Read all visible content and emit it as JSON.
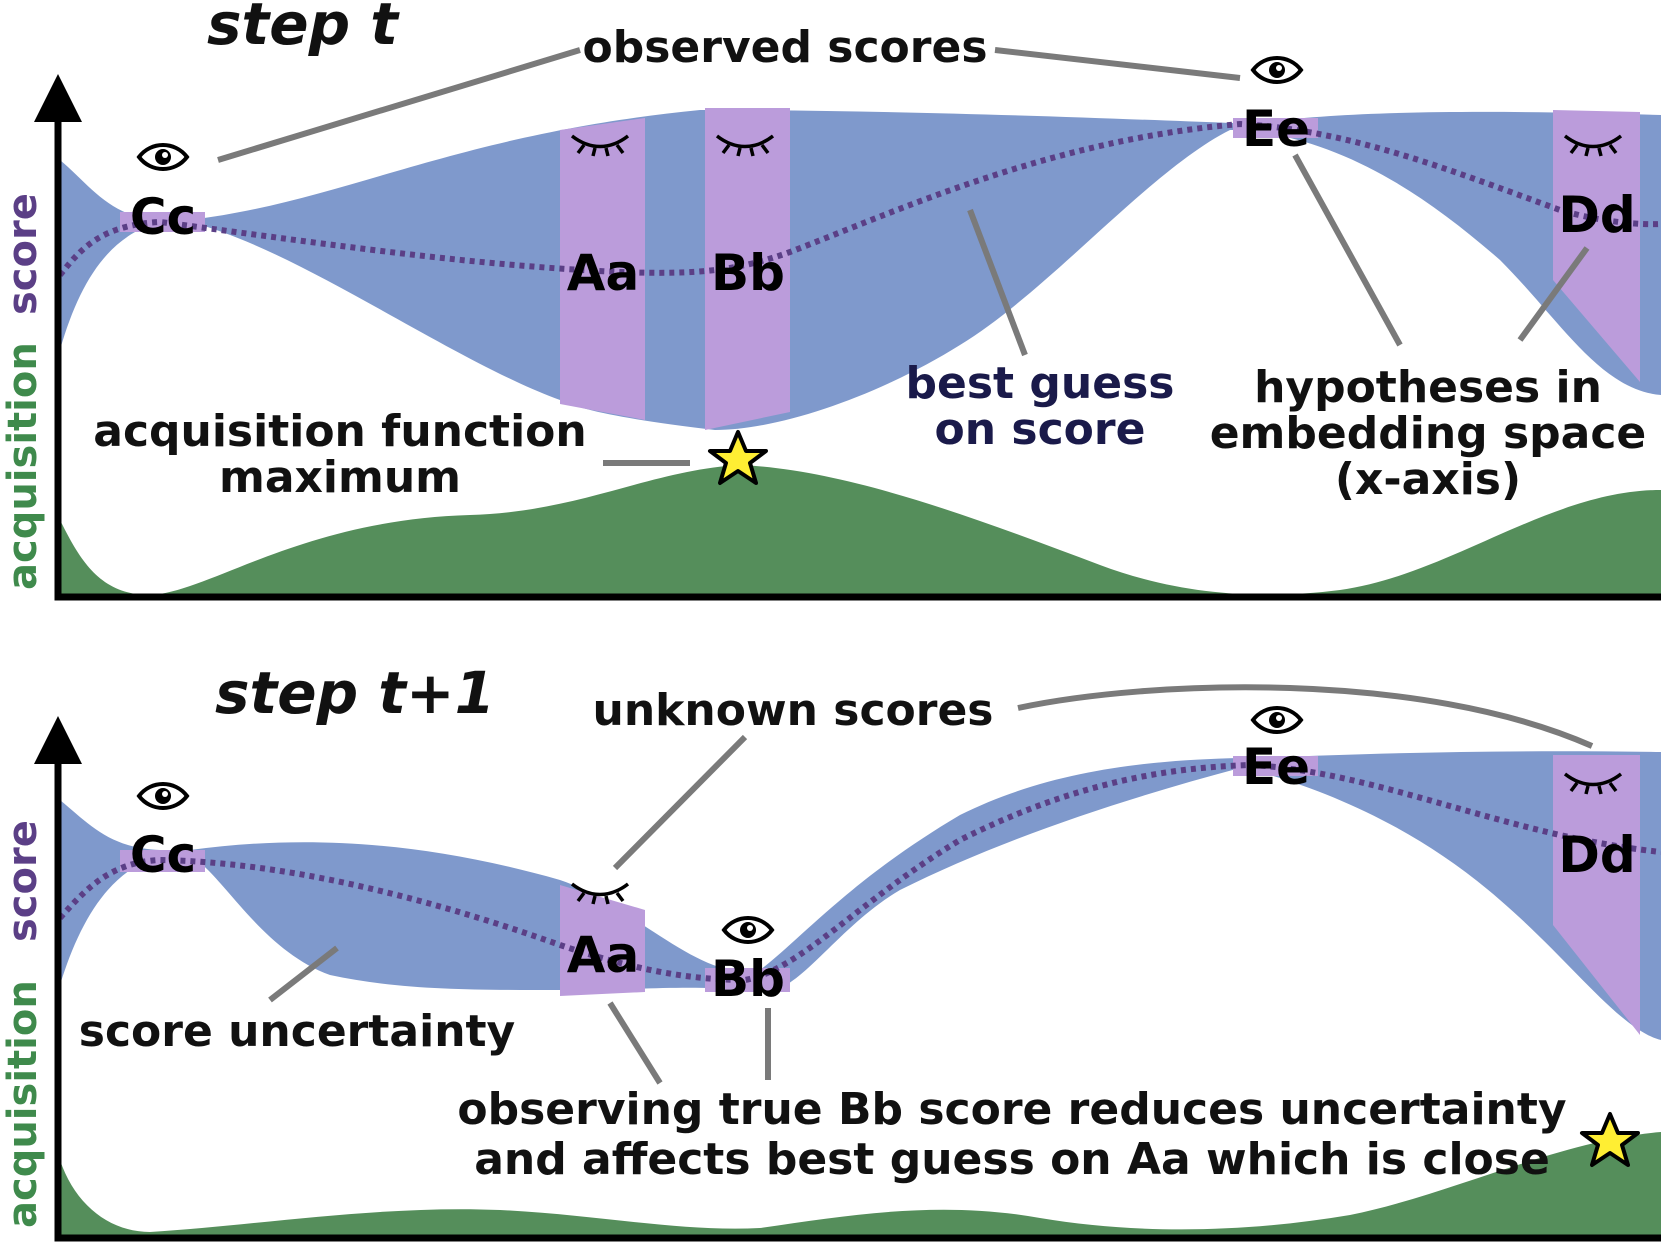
{
  "colors": {
    "uncertainty": "#7f99cc",
    "hypothesis_band": "#bb9cdb",
    "mean_line": "#5b3f86",
    "acquisition": "#558e5b",
    "score_label": "#5b3f86",
    "acquisition_label": "#3f8a4c",
    "best_guess_text": "#1a1a4a",
    "leader_line": "#7a7a7a",
    "star": "#ffee33"
  },
  "panels": [
    {
      "step_title": "step t",
      "y_label_score": "score",
      "y_label_acquisition": "acquisition",
      "hypotheses": [
        {
          "label": "Cc",
          "state": "observed",
          "icon": "eye-open-icon"
        },
        {
          "label": "Aa",
          "state": "unobserved",
          "icon": "eye-closed-icon"
        },
        {
          "label": "Bb",
          "state": "unobserved",
          "icon": "eye-closed-icon"
        },
        {
          "label": "Ee",
          "state": "observed",
          "icon": "eye-open-icon"
        },
        {
          "label": "Dd",
          "state": "unobserved",
          "icon": "eye-closed-icon"
        }
      ],
      "annotations": {
        "observed_scores": "observed scores",
        "acq_max_line1": "acquisition function",
        "acq_max_line2": "maximum",
        "best_guess_line1": "best guess",
        "best_guess_line2": "on score",
        "hyp_line1": "hypotheses in",
        "hyp_line2": "embedding space",
        "hyp_line3": "(x-axis)"
      },
      "star_icon": "star-icon"
    },
    {
      "step_title": "step t+1",
      "y_label_score": "score",
      "y_label_acquisition": "acquisition",
      "hypotheses": [
        {
          "label": "Cc",
          "state": "observed",
          "icon": "eye-open-icon"
        },
        {
          "label": "Aa",
          "state": "unobserved",
          "icon": "eye-closed-icon"
        },
        {
          "label": "Bb",
          "state": "observed",
          "icon": "eye-open-icon"
        },
        {
          "label": "Ee",
          "state": "observed",
          "icon": "eye-open-icon"
        },
        {
          "label": "Dd",
          "state": "unobserved",
          "icon": "eye-closed-icon"
        }
      ],
      "annotations": {
        "unknown_scores": "unknown scores",
        "score_uncertainty": "score uncertainty",
        "observing_line1": "observing true Bb score reduces uncertainty",
        "observing_line2": "and affects best guess on Aa which is close"
      },
      "star_icon": "star-icon"
    }
  ]
}
